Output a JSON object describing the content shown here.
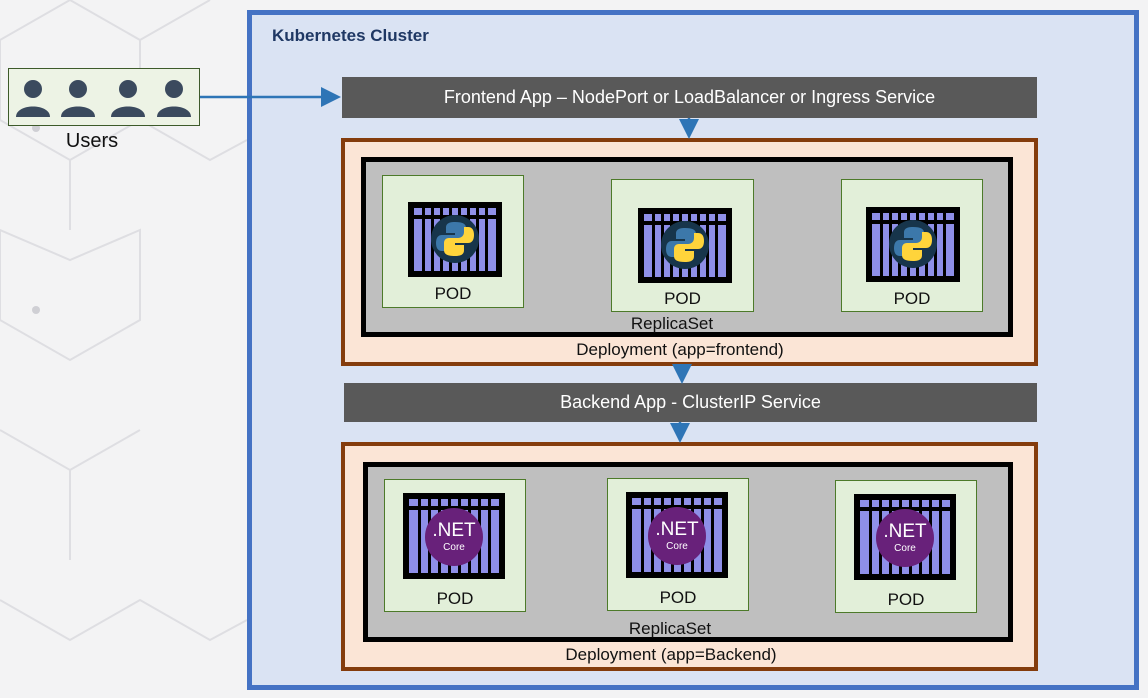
{
  "users": {
    "label": "Users",
    "count": 4
  },
  "cluster": {
    "title": "Kubernetes Cluster"
  },
  "frontend": {
    "service_label": "Frontend App – NodePort or LoadBalancer or Ingress Service",
    "replicaset_label": "ReplicaSet",
    "deployment_label": "Deployment (app=frontend)",
    "pods": [
      {
        "label": "POD",
        "icon": "python-icon"
      },
      {
        "label": "POD",
        "icon": "python-icon"
      },
      {
        "label": "POD",
        "icon": "python-icon"
      }
    ]
  },
  "backend": {
    "service_label": "Backend App - ClusterIP Service",
    "replicaset_label": "ReplicaSet",
    "deployment_label": "Deployment (app=Backend)",
    "pods": [
      {
        "label": "POD",
        "icon": "dotnet-core-icon",
        "logo_text": ".NET",
        "logo_sub": "Core"
      },
      {
        "label": "POD",
        "icon": "dotnet-core-icon",
        "logo_text": ".NET",
        "logo_sub": "Core"
      },
      {
        "label": "POD",
        "icon": "dotnet-core-icon",
        "logo_text": ".NET",
        "logo_sub": "Core"
      }
    ]
  },
  "colors": {
    "cluster_border": "#4472c4",
    "cluster_fill": "#dae3f3",
    "service_fill": "#595959",
    "deployment_border": "#843c0c",
    "deployment_fill": "#fbe5d6",
    "replicaset_fill": "#bfbfbf",
    "pod_fill": "#e2efd9",
    "arrow": "#2e75b6",
    "dotnet_purple": "#68217a"
  }
}
